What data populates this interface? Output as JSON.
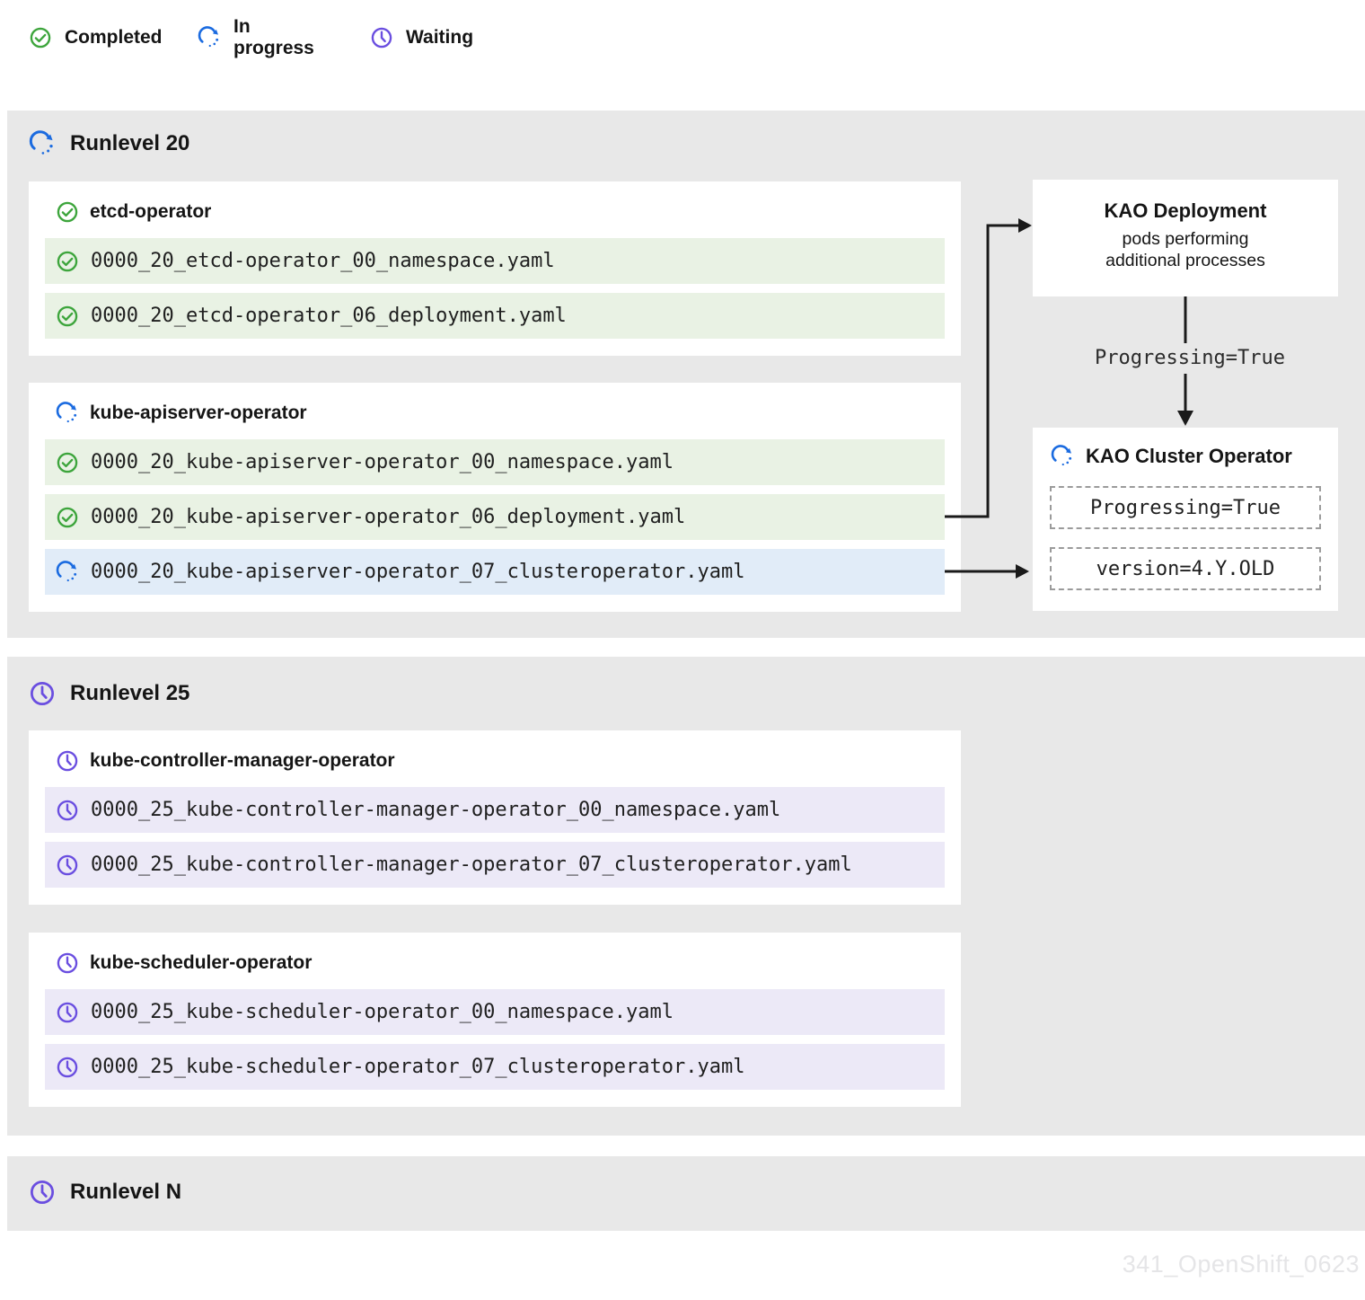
{
  "legend": {
    "items": [
      {
        "label": "Completed",
        "status": "completed"
      },
      {
        "label": "In progress",
        "status": "in-progress"
      },
      {
        "label": "Waiting",
        "status": "waiting"
      }
    ]
  },
  "sections": [
    {
      "title": "Runlevel 20",
      "status": "in-progress",
      "cards": [
        {
          "title": "etcd-operator",
          "status": "completed",
          "files": [
            {
              "name": "0000_20_etcd-operator_00_namespace.yaml",
              "status": "completed"
            },
            {
              "name": "0000_20_etcd-operator_06_deployment.yaml",
              "status": "completed"
            }
          ]
        },
        {
          "title": "kube-apiserver-operator",
          "status": "in-progress",
          "files": [
            {
              "name": "0000_20_kube-apiserver-operator_00_namespace.yaml",
              "status": "completed"
            },
            {
              "name": "0000_20_kube-apiserver-operator_06_deployment.yaml",
              "status": "completed"
            },
            {
              "name": "0000_20_kube-apiserver-operator_07_clusteroperator.yaml",
              "status": "in-progress"
            }
          ]
        }
      ]
    },
    {
      "title": "Runlevel 25",
      "status": "waiting",
      "cards": [
        {
          "title": "kube-controller-manager-operator",
          "status": "waiting",
          "files": [
            {
              "name": "0000_25_kube-controller-manager-operator_00_namespace.yaml",
              "status": "waiting"
            },
            {
              "name": "0000_25_kube-controller-manager-operator_07_clusteroperator.yaml",
              "status": "waiting"
            }
          ]
        },
        {
          "title": "kube-scheduler-operator",
          "status": "waiting",
          "files": [
            {
              "name": "0000_25_kube-scheduler-operator_00_namespace.yaml",
              "status": "waiting"
            },
            {
              "name": "0000_25_kube-scheduler-operator_07_clusteroperator.yaml",
              "status": "waiting"
            }
          ]
        }
      ]
    },
    {
      "title": "Runlevel N",
      "status": "waiting",
      "cards": []
    }
  ],
  "kao_deployment": {
    "title": "KAO Deployment",
    "subtitle_line_1": "pods performing",
    "subtitle_line_2": "additional processes"
  },
  "kao_cluster_operator": {
    "title": "KAO Cluster Operator",
    "status": "in-progress",
    "conditions": [
      "Progressing=True",
      "version=4.Y.OLD"
    ]
  },
  "arrow_label": "Progressing=True",
  "watermark": "341_OpenShift_0623",
  "colors": {
    "completed": "#3DA53C",
    "in_progress": "#1B6BE0",
    "waiting": "#6A4EE0",
    "section_background": "#e8e8e8",
    "row_completed_background": "#e9f2e4",
    "row_in_progress_background": "#e1ecf8",
    "row_waiting_background": "#ece9f7",
    "arrow": "#1a1a1a"
  }
}
